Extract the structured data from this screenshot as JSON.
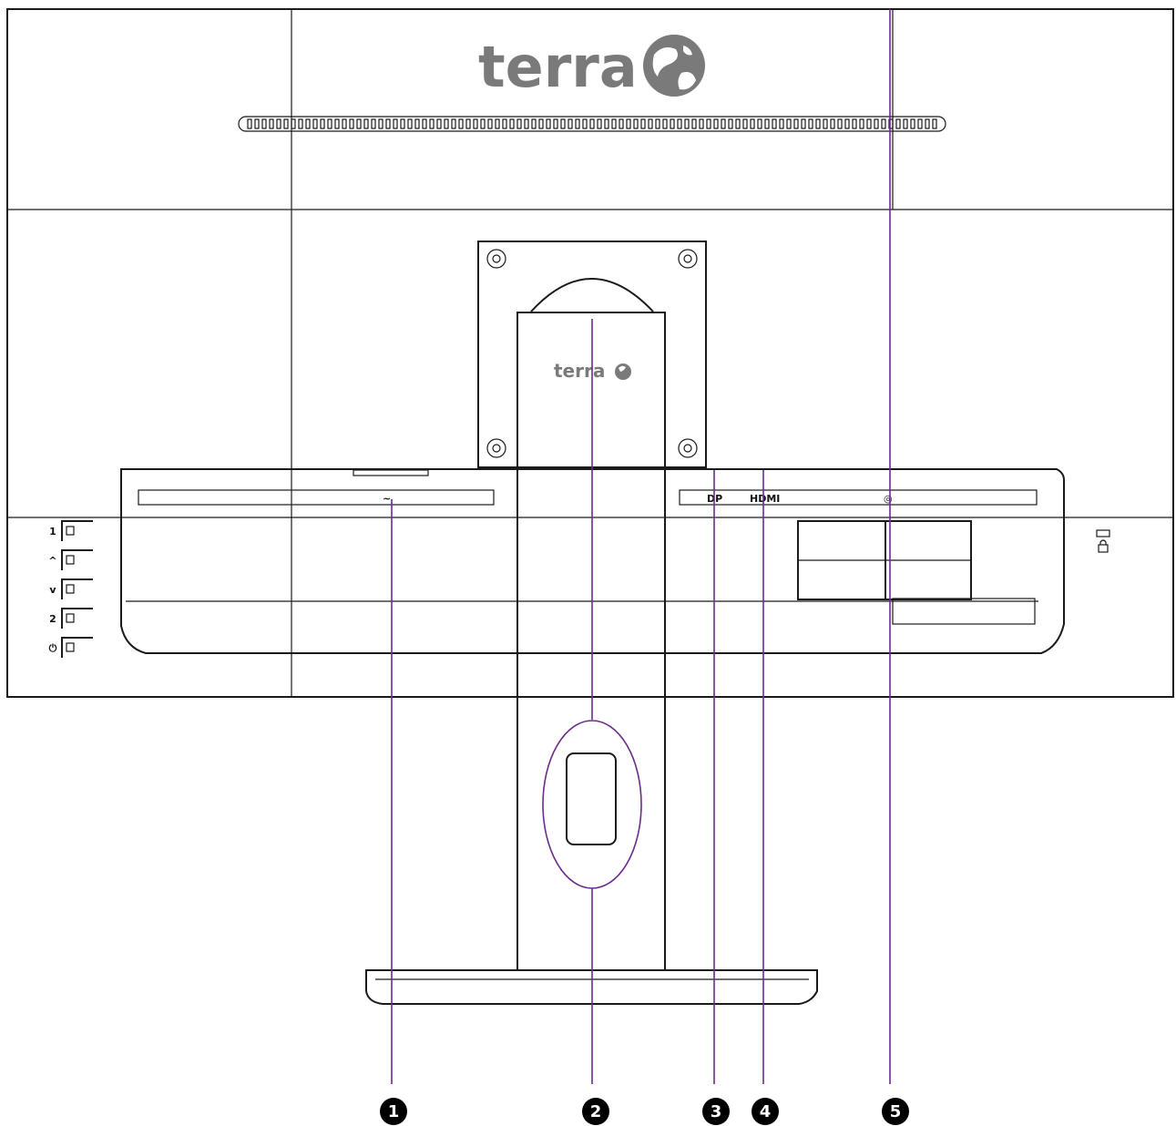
{
  "brand": {
    "logo_text": "terra",
    "stand_logo_text": "terra",
    "globe_icon": "globe-icon"
  },
  "port_labels": {
    "power": "~",
    "displayport": "DP",
    "hdmi": "HDMI",
    "audio": "◎"
  },
  "osd_buttons": [
    {
      "label": "1"
    },
    {
      "label": "^"
    },
    {
      "label": "v"
    },
    {
      "label": "2"
    },
    {
      "label": "⏻"
    }
  ],
  "kensington_lock_icon": "lock-icon",
  "callouts": [
    {
      "number": "1"
    },
    {
      "number": "2"
    },
    {
      "number": "3"
    },
    {
      "number": "4"
    },
    {
      "number": "5"
    }
  ],
  "colors": {
    "callout_line": "#6a2c8c",
    "outline": "#1a1a1a",
    "logo": "#7a7a7a"
  }
}
